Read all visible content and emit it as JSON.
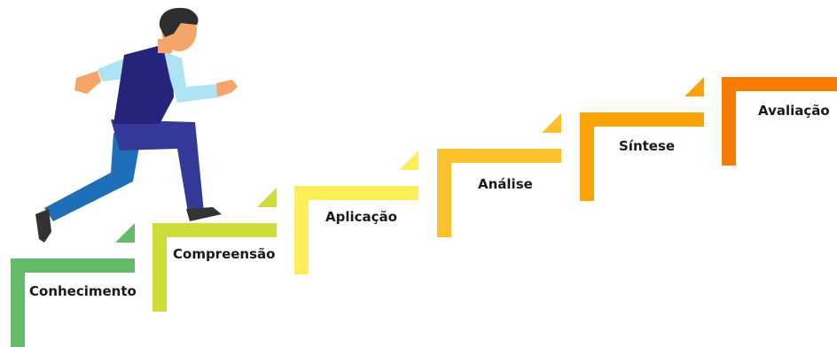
{
  "steps": [
    {
      "label": "Conhecimento",
      "color": "#66bb6a"
    },
    {
      "label": "Compreensão",
      "color": "#cddc39"
    },
    {
      "label": "Aplicação",
      "color": "#fdee5a"
    },
    {
      "label": "Análise",
      "color": "#fbc02d"
    },
    {
      "label": "Síntese",
      "color": "#fba40a"
    },
    {
      "label": "Avaliação",
      "color": "#f57c00"
    }
  ],
  "figure": {
    "skin": "#f4a56a",
    "hair": "#2e2e2e",
    "shirt": "#aee3f5",
    "vest": "#26237a",
    "pants_upper": "#343896",
    "pants_lower": "#1f6fb8",
    "shoes": "#333333"
  }
}
